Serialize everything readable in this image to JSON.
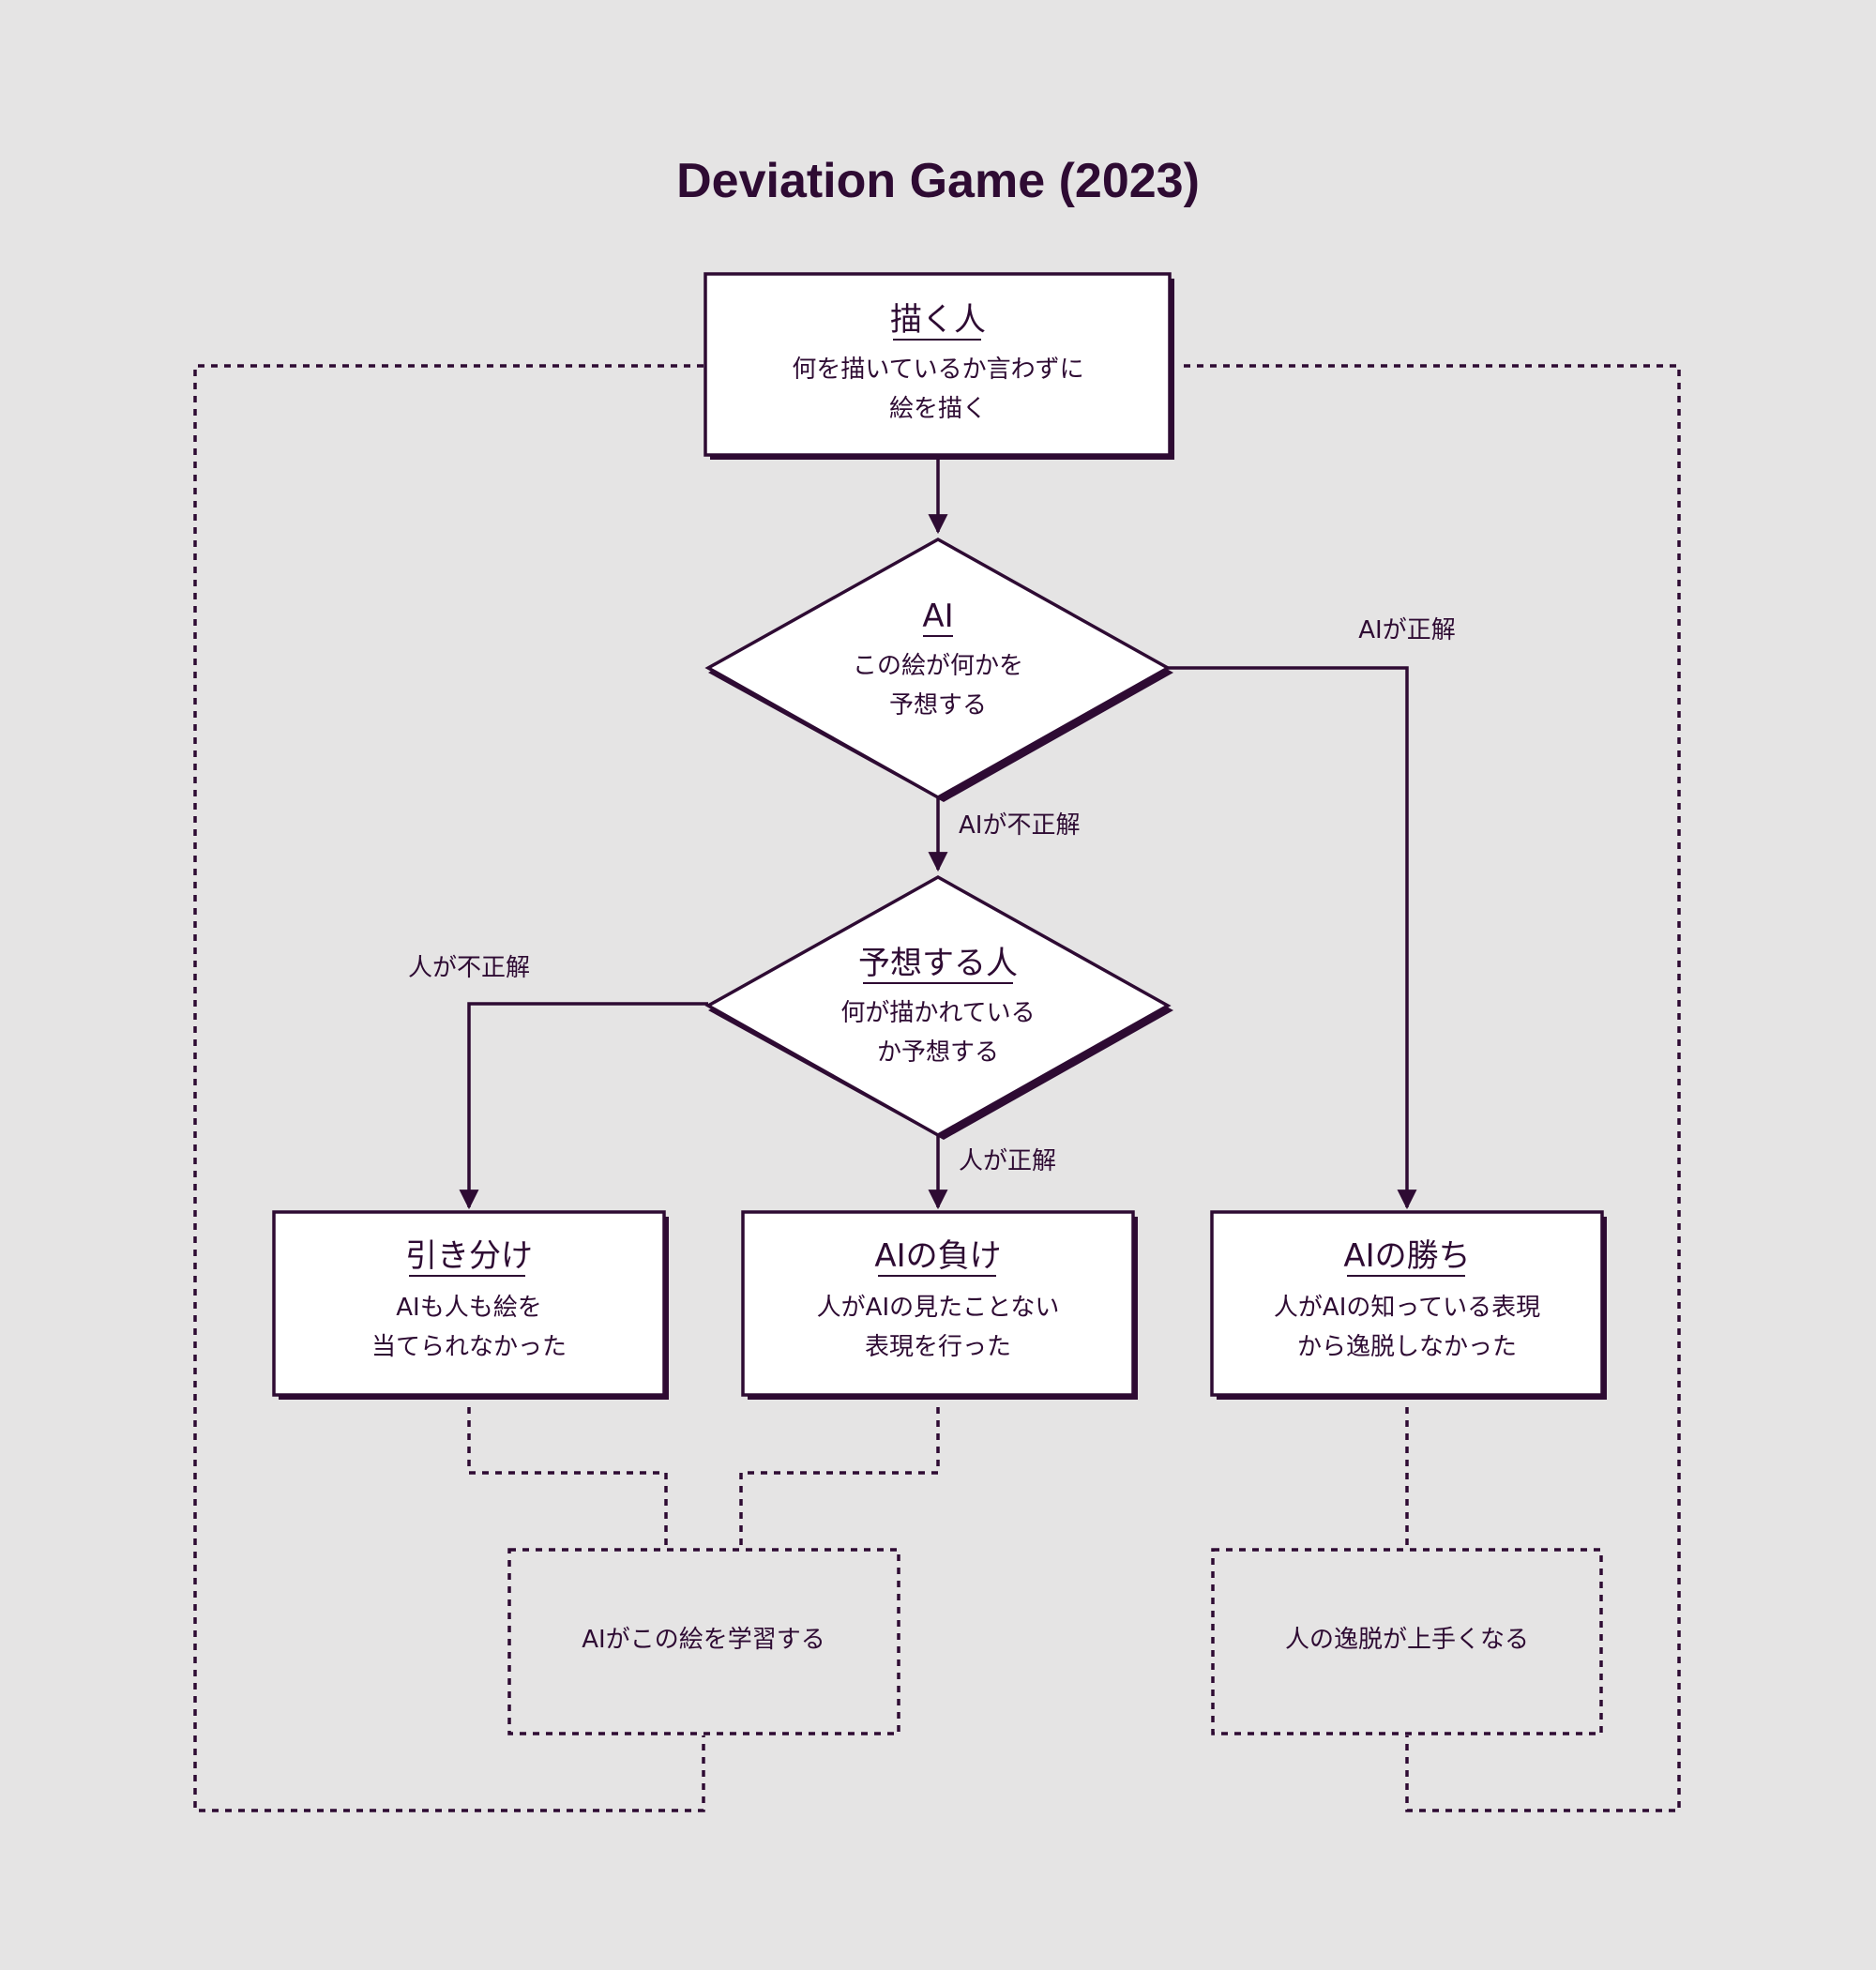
{
  "title": "Deviation Game (2023)",
  "colors": {
    "background": "#e5e4e4",
    "ink": "#2e0b33",
    "box_fill": "#ffffff"
  },
  "nodes": {
    "drawer": {
      "heading": "描く人",
      "line1": "何を描いているか言わずに",
      "line2": "絵を描く"
    },
    "ai_decision": {
      "heading": "AI",
      "line1": "この絵が何かを",
      "line2": "予想する"
    },
    "human_decision": {
      "heading": "予想する人",
      "line1": "何が描かれている",
      "line2": "か予想する"
    },
    "draw_result": {
      "heading": "引き分け",
      "line1": "AIも人も絵を",
      "line2": "当てられなかった"
    },
    "ai_lose": {
      "heading": "AIの負け",
      "line1": "人がAIの見たことない",
      "line2": "表現を行った"
    },
    "ai_win": {
      "heading": "AIの勝ち",
      "line1": "人がAIの知っている表現",
      "line2": "から逸脱しなかった"
    },
    "ai_learns": {
      "text": "AIがこの絵を学習する"
    },
    "human_improves": {
      "text": "人の逸脱が上手くなる"
    }
  },
  "edges": {
    "ai_correct": "AIが正解",
    "ai_incorrect": "AIが不正解",
    "human_incorrect": "人が不正解",
    "human_correct": "人が正解"
  }
}
